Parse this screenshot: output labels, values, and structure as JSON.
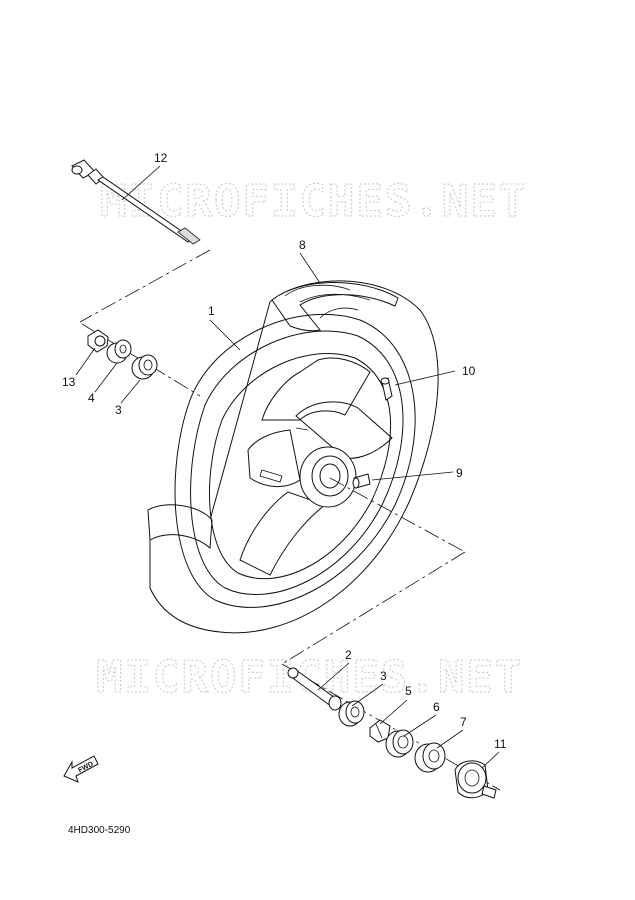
{
  "watermarks": [
    "MICROFICHES.NET",
    "MICROFICHES.NET"
  ],
  "diagram_code": "4HD300-5290",
  "fwd_label": "FWD",
  "callouts": [
    {
      "id": "1",
      "part": "wheel"
    },
    {
      "id": "2",
      "part": "collar"
    },
    {
      "id": "3",
      "part": "bearing"
    },
    {
      "id": "3",
      "part": "bearing"
    },
    {
      "id": "4",
      "part": "spacer"
    },
    {
      "id": "5",
      "part": "clip"
    },
    {
      "id": "6",
      "part": "oil seal"
    },
    {
      "id": "7",
      "part": "bearing"
    },
    {
      "id": "8",
      "part": "tire"
    },
    {
      "id": "9",
      "part": "bolt"
    },
    {
      "id": "10",
      "part": "valve"
    },
    {
      "id": "11",
      "part": "meter gear unit"
    },
    {
      "id": "12",
      "part": "axle"
    },
    {
      "id": "13",
      "part": "nut"
    }
  ]
}
